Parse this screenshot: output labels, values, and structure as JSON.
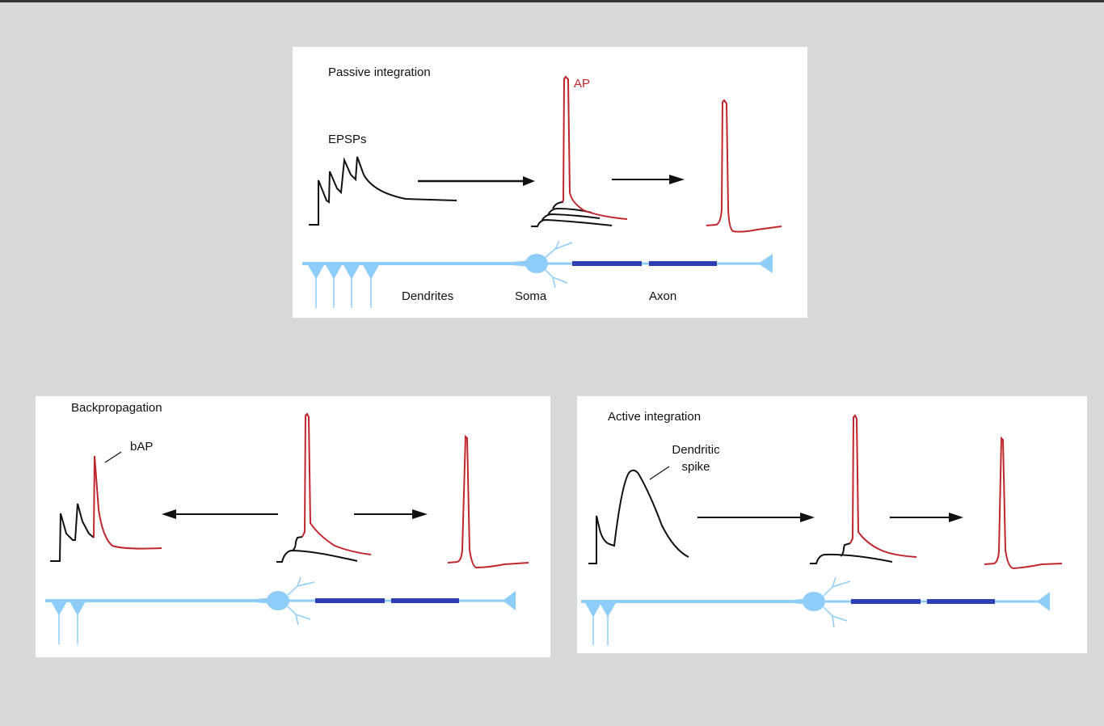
{
  "colors": {
    "background": "#d9d9d9",
    "panel": "#ffffff",
    "trace_black": "#111111",
    "trace_red": "#c0272d",
    "neuron_light_blue": "#8ecdf7",
    "myelin_dark_blue": "#2f3fb3"
  },
  "panels": {
    "passive": {
      "title": "Passive integration",
      "epsp_label": "EPSPs",
      "ap_label": "AP",
      "dendrites_label": "Dendrites",
      "soma_label": "Soma",
      "axon_label": "Axon"
    },
    "backprop": {
      "title": "Backpropagation",
      "bap_label": "bAP"
    },
    "active": {
      "title": "Active integration",
      "dendritic_spike_label_line1": "Dendritic",
      "dendritic_spike_label_line2": "spike"
    }
  }
}
